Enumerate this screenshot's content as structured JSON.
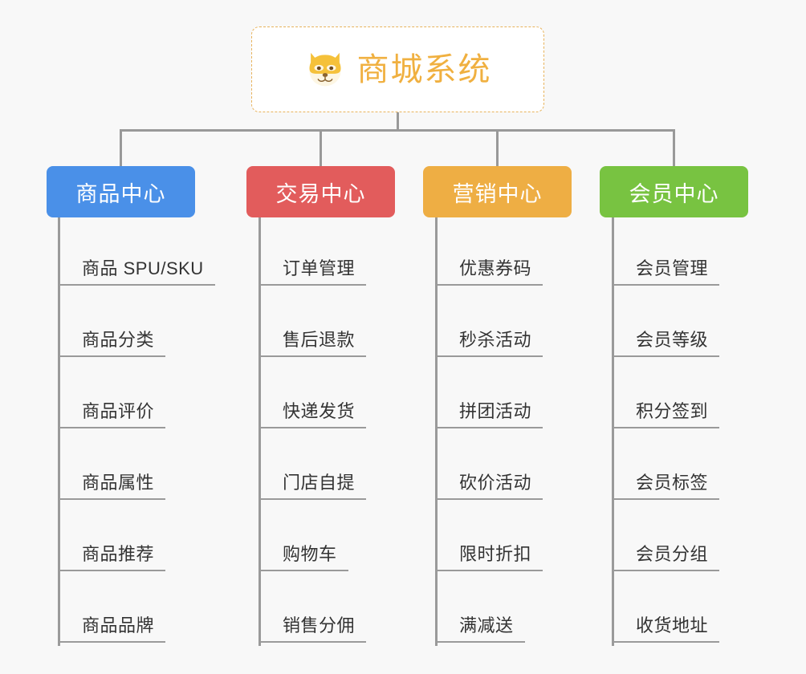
{
  "background_color": "#f8f8f8",
  "root": {
    "title": "商城系统",
    "icon": "shiba-dog-icon",
    "title_color": "#f0b040",
    "border_color": "#e8b35c",
    "background": "#ffffff"
  },
  "connector_color": "#999999",
  "columns": [
    {
      "id": "product-center",
      "label": "商品中心",
      "color": "#4a90e8",
      "items": [
        "商品 SPU/SKU",
        "商品分类",
        "商品评价",
        "商品属性",
        "商品推荐",
        "商品品牌"
      ]
    },
    {
      "id": "trade-center",
      "label": "交易中心",
      "color": "#e25c5c",
      "items": [
        "订单管理",
        "售后退款",
        "快递发货",
        "门店自提",
        "购物车",
        "销售分佣"
      ]
    },
    {
      "id": "marketing-center",
      "label": "营销中心",
      "color": "#eeae44",
      "items": [
        "优惠券码",
        "秒杀活动",
        "拼团活动",
        "砍价活动",
        "限时折扣",
        "满减送"
      ]
    },
    {
      "id": "member-center",
      "label": "会员中心",
      "color": "#78c341",
      "items": [
        "会员管理",
        "会员等级",
        "积分签到",
        "会员标签",
        "会员分组",
        "收货地址"
      ]
    }
  ]
}
